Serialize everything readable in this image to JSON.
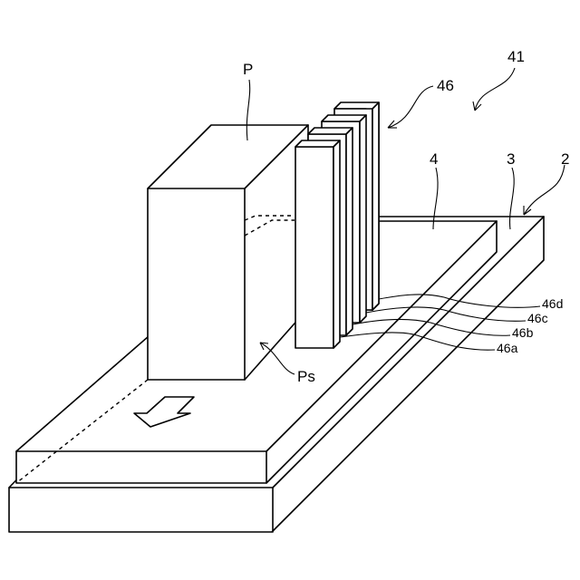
{
  "labels": {
    "device": "41",
    "finger_group": "46",
    "top_surface": "4",
    "base_plate": "3",
    "frame": "2",
    "package": "P",
    "package_side": "Ps",
    "finger_d": "46d",
    "finger_c": "46c",
    "finger_b": "46b",
    "finger_a": "46a"
  }
}
